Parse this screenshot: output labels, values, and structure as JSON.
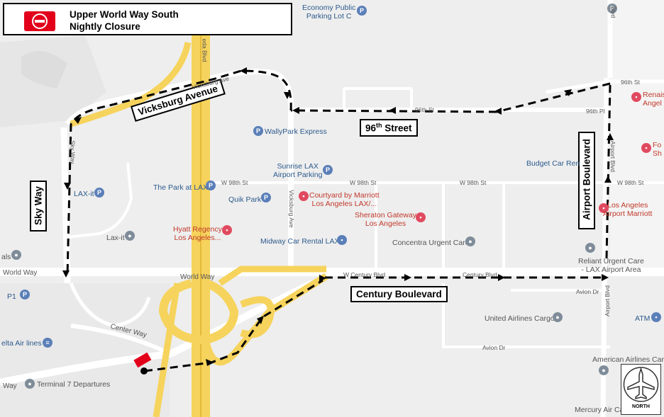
{
  "header": {
    "title_line1": "Upper World Way South",
    "title_line2": "Nightly Closure"
  },
  "north_arrow": {
    "label": "NORTH",
    "icon": "airplane-north-icon"
  },
  "closure_icon": "do-not-enter-icon",
  "callouts": {
    "vicksburg": "Vicksburg Avenue",
    "street96": "96",
    "street96_sup": "th",
    "street96_rest": " Street",
    "skyway": "Sky Way",
    "airport": "Airport Boulevard",
    "century": "Century Boulevard"
  },
  "pois": {
    "economy_parking": [
      "Economy Public",
      "Parking Lot C"
    ],
    "wallypark": "WallyPark Express",
    "sunrise": [
      "Sunrise LAX",
      "Airport Parking"
    ],
    "park_at_lax": "The Park at LAX",
    "lax_it_1": "LAX-it",
    "lax_it_2": "Lax-it",
    "quik_park": "Quik Park",
    "courtyard": [
      "Courtyard by Marriott",
      "Los Angeles LAX/..."
    ],
    "sheraton": [
      "Sheraton Gateway",
      "Los Angeles"
    ],
    "hyatt": [
      "Hyatt Regency",
      "Los Angeles..."
    ],
    "budget": "Budget Car Ren",
    "midway": "Midway Car Rental LAX",
    "concentra": "Concentra Urgent Care",
    "reliant": [
      "Reliant Urgent Care",
      "- LAX Airport Area"
    ],
    "la_marriott": [
      "Los Angeles",
      "Airport Marriott"
    ],
    "renaiss": [
      "Renais",
      "Angel"
    ],
    "fo": [
      "Fo",
      "Sh"
    ],
    "united": "United Airlines Cargo",
    "american": "American Airlines Car",
    "mercury": "Mercury Air Ca",
    "atm": "ATM",
    "terminal7": "Terminal 7 Departures",
    "delta": "elta Air lines",
    "p1": "P1",
    "als": "als"
  },
  "roads": {
    "world_way_left": "World Way",
    "world_way_mid": "World Way",
    "w_century": "W Century Blvd",
    "century_right": "Century Blvd",
    "center_way": "Center Way",
    "way_left": "Way",
    "vicksburg_top": "Vicksburg Ave",
    "vicksburg_vert": "Vicksburg Ave",
    "sepulveda": "eda Blvd",
    "w98_a": "W 98th St",
    "w98_b": "W 98th St",
    "w98_c": "W 98th St",
    "w98_d": "W 98th St",
    "st96_a": "96th St",
    "pl96": "96th Pl",
    "st96_right": "96th St",
    "avion_dr": "Avion Dr",
    "avion_dr2": "Avion Dr",
    "airport_vert": "Airport Blvd",
    "airport_vert2": "Airport Blvd",
    "blvd_top": "Blvd",
    "sky_way_vert": "Sky Way"
  },
  "colors": {
    "map_bg": "#eeeeee",
    "road": "#ffffff",
    "freeway": "#f6d35c",
    "route": "#000000",
    "closure": "#e2001a"
  }
}
